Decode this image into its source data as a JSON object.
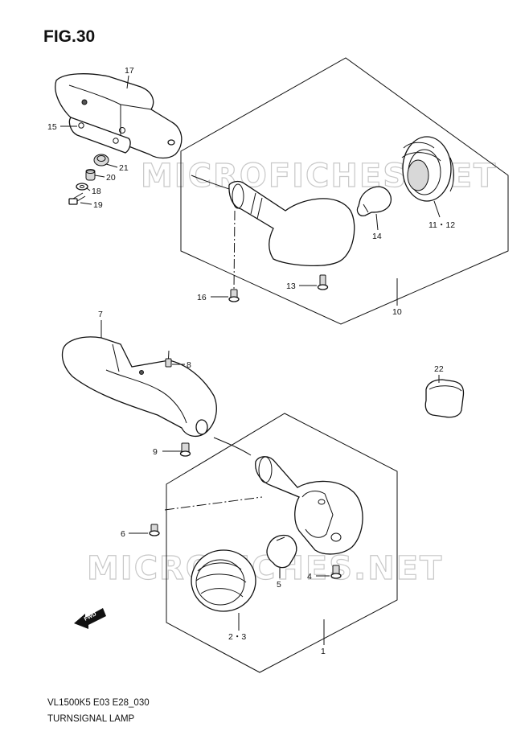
{
  "figure": {
    "title": "FIG.30",
    "model_code": "VL1500K5 E03 E28_030",
    "caption": "TURNSIGNAL LAMP"
  },
  "watermark": {
    "upper": "MICROFICHES.NET",
    "lower": "MICROFICHES.NET"
  },
  "fwd_arrow_label": "FWD",
  "callouts": {
    "p17": "17",
    "p15": "15",
    "p21": "21",
    "p20": "20",
    "p18": "18",
    "p19": "19",
    "p11_12": "11・12",
    "p14": "14",
    "p16": "16",
    "p13": "13",
    "p10": "10",
    "p7": "7",
    "p8": "8",
    "p22": "22",
    "p9": "9",
    "p6": "6",
    "p5": "5",
    "p4": "4",
    "p2_3": "2・3",
    "p1": "1"
  }
}
